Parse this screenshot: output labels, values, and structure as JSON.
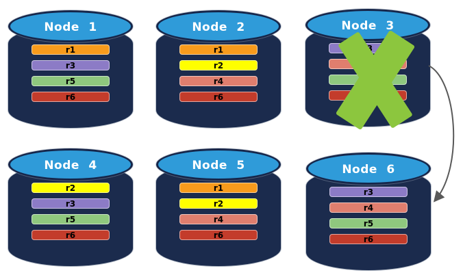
{
  "diagram": {
    "description": "Six database node cylinders holding replica partitions; Node 3 is crossed out as failed with an arrow pointing to Node 6",
    "colors": {
      "background": "#FFFFFF",
      "cylinder_body": "#1B2B4D",
      "cylinder_top": "#2F9BD9",
      "node_title_text": "#FFFFFF",
      "replica_label_text": "#000000",
      "failure_x": "#8CC63E",
      "arrow": "#595959",
      "replicas": {
        "r1": "#F89B1C",
        "r2": "#FFFF00",
        "r3": "#8C7BC6",
        "r4": "#DF7E6E",
        "r5": "#8FC87E",
        "r6": "#C33C2B"
      }
    },
    "nodes": [
      {
        "id": "node-1",
        "title": "Node 1",
        "replicas": [
          "r1",
          "r3",
          "r5",
          "r6"
        ],
        "failed": false
      },
      {
        "id": "node-2",
        "title": "Node 2",
        "replicas": [
          "r1",
          "r2",
          "r4",
          "r6"
        ],
        "failed": false
      },
      {
        "id": "node-3",
        "title": "Node 3",
        "replicas": [
          "r3",
          "r4",
          "r5",
          "r6"
        ],
        "failed": true
      },
      {
        "id": "node-4",
        "title": "Node 4",
        "replicas": [
          "r2",
          "r3",
          "r5",
          "r6"
        ],
        "failed": false
      },
      {
        "id": "node-5",
        "title": "Node 5",
        "replicas": [
          "r1",
          "r2",
          "r4",
          "r6"
        ],
        "failed": false
      },
      {
        "id": "node-6",
        "title": "Node 6",
        "replicas": [
          "r3",
          "r4",
          "r5",
          "r6"
        ],
        "failed": false
      }
    ],
    "arrow": {
      "from": "node-3",
      "to": "node-6"
    }
  }
}
